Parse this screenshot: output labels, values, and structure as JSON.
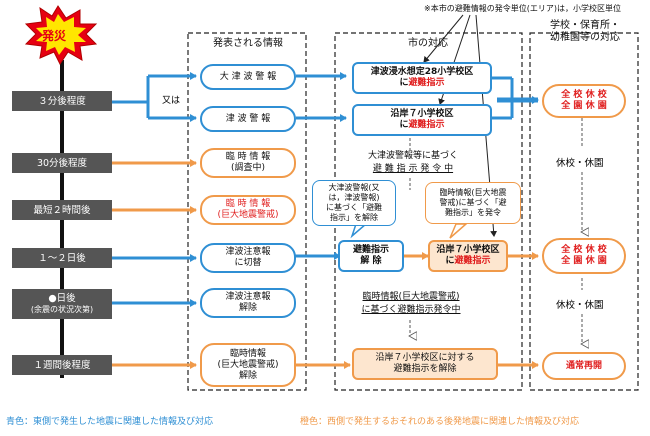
{
  "header": {
    "hassai": "発災",
    "col_info": "発表される情報",
    "col_city": "市の対応",
    "col_school_1": "学校・保育所・",
    "col_school_2": "幼稚園等の対応",
    "note_top": "※本市の避難情報の発令単位(エリア)は，小学校区単位"
  },
  "stages": [
    {
      "line1": "３分後程度",
      "line2": ""
    },
    {
      "line1": "30分後程度",
      "line2": ""
    },
    {
      "line1": "最短２時間後",
      "line2": ""
    },
    {
      "line1": "１～２日後",
      "line2": ""
    },
    {
      "line1": "●日後",
      "line2": "(余震の状況次第)"
    },
    {
      "line1": "１週間後程度",
      "line2": ""
    }
  ],
  "or_label": "又は",
  "info": {
    "otsunami": "大 津 波 警 報",
    "tsunami": "津 波 警 報",
    "rinji1_l1": "臨 時 情 報",
    "rinji1_l2": "(調査中)",
    "rinji2_l1": "臨 時 情 報",
    "rinji2_l2": "(巨大地震警戒)",
    "chui_l1": "津波注意報",
    "chui_l2": "に切替",
    "chui_kaijo_l1": "津波注意報",
    "chui_kaijo_l2": "解除",
    "rinji3_l1": "臨時情報",
    "rinji3_l2": "(巨大地震警戒)",
    "rinji3_l3": "解除"
  },
  "city": {
    "box1_l1": "津波浸水想定28小学校区",
    "box1_l2a": "に",
    "box1_l2b": "避難指示",
    "box2_l1": "沿岸７小学校区",
    "box2_l2a": "に",
    "box2_l2b": "避難指示",
    "text1_l1": "大津波警報等に基づく",
    "text1_l2": "避 難 指 示 発 令 中",
    "callout1_l1": "大津波警報(又",
    "callout1_l2": "は，津波警報)",
    "callout1_l3": "に基づく「避難",
    "callout1_l4": "指示」を解除",
    "callout2_l1": "臨時情報(巨大地震",
    "callout2_l2": "警戒)に基づく「避",
    "callout2_l3": "難指示」を発令",
    "kaijo_l1": "避難指示",
    "kaijo_l2": "解 除",
    "box3_l1": "沿岸７小学校区",
    "box3_l2a": "に",
    "box3_l2b": "避難指示",
    "text2_l1": "臨時情報(巨大地震警戒)",
    "text2_l2": "に基づく避難指示発令中",
    "box4_l1": "沿岸７小学校区に対する",
    "box4_l2": "避難指示を解除"
  },
  "school": {
    "s1_l1": "全 校 休 校",
    "s1_l2": "全 園 休 園",
    "s2": "休校・休園",
    "s3_l1": "全 校 休 校",
    "s3_l2": "全 園 休 園",
    "s4": "休校・休園",
    "s5": "通常再開"
  },
  "legend": {
    "blue": "青色：東側で発生した地震に関連した情報及び対応",
    "orange": "橙色：西側で発生するおそれのある後発地震に関連した情報及び対応"
  },
  "colors": {
    "blue": "#2f8fd4",
    "orange": "#f09a4a",
    "red": "#e02020",
    "stage_bg": "#555555",
    "burst_yellow": "#ffe600",
    "burst_red": "#e60012"
  }
}
